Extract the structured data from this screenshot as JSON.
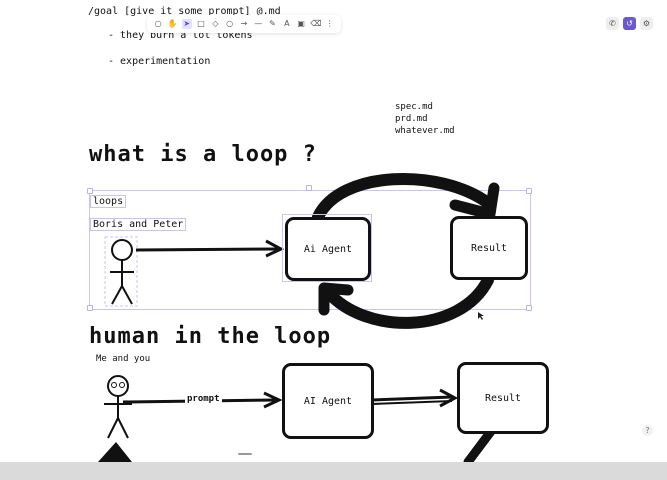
{
  "notes": {
    "line1": "/goal [give it some prompt] @.md",
    "line2": "- they burn a lot tokens",
    "line3": "- experimentation",
    "files": [
      "spec.md",
      "prd.md",
      "whatever.md"
    ]
  },
  "section1": {
    "title": "what is a loop ?",
    "label_loops": "loops",
    "label_people": "Boris and Peter",
    "agent": "Ai Agent",
    "result": "Result"
  },
  "section2": {
    "title": "human in the loop",
    "label_people": "Me and you",
    "arrow_label": "prompt",
    "agent": "AI Agent",
    "result": "Result"
  },
  "toolbar": {
    "tools": [
      "lock-icon",
      "hand-icon",
      "pointer-icon",
      "rectangle-icon",
      "diamond-icon",
      "ellipse-icon",
      "arrow-icon",
      "line-icon",
      "pencil-icon",
      "text-icon",
      "image-icon",
      "eraser-icon",
      "more-icon"
    ],
    "active": "pointer-icon"
  },
  "colors": {
    "accent": "#6a5acd",
    "selection": "#c9c3f2",
    "ink": "#111111"
  }
}
